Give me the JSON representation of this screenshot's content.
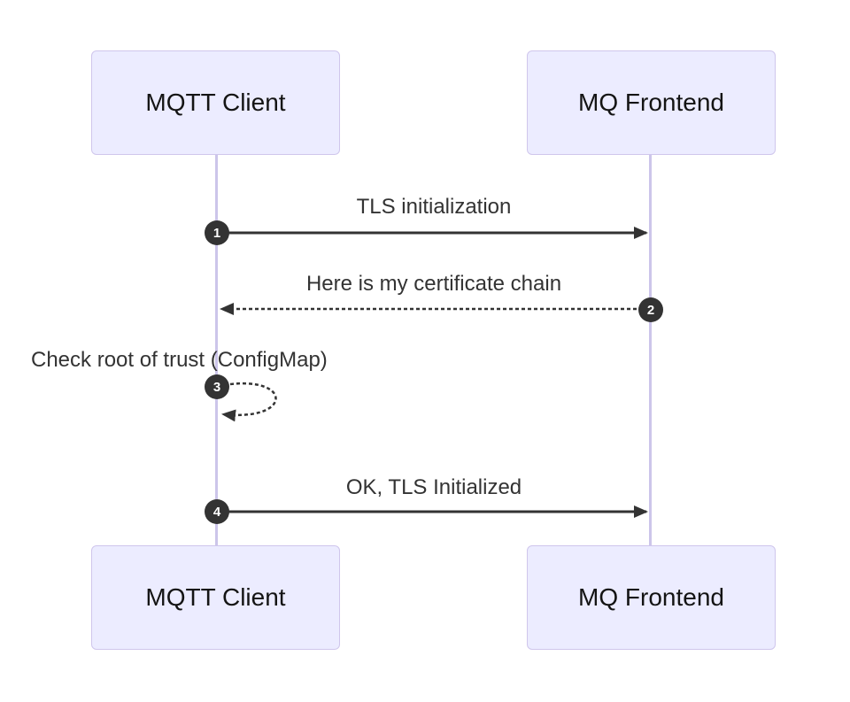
{
  "diagram": {
    "type": "sequence-diagram",
    "actors": [
      {
        "id": "mqtt-client",
        "label": "MQTT Client"
      },
      {
        "id": "mq-frontend",
        "label": "MQ Frontend"
      }
    ],
    "messages": [
      {
        "seq": "1",
        "text": "TLS initialization",
        "from": "MQTT Client",
        "to": "MQ Frontend",
        "line_style": "solid",
        "direction": "right"
      },
      {
        "seq": "2",
        "text": "Here is my certificate chain",
        "from": "MQ Frontend",
        "to": "MQTT Client",
        "line_style": "dashed",
        "direction": "left"
      },
      {
        "seq": "3",
        "text": "Check root of trust (ConfigMap)",
        "from": "MQTT Client",
        "to": "MQTT Client",
        "line_style": "dashed",
        "direction": "self"
      },
      {
        "seq": "4",
        "text": "OK, TLS Initialized",
        "from": "MQTT Client",
        "to": "MQ Frontend",
        "line_style": "solid",
        "direction": "right"
      }
    ],
    "colors": {
      "background": "#FFFFFF",
      "actor_fill": "#ECECFF",
      "actor_border": "#CFC6EC",
      "lifeline": "#CCC5EA",
      "message_line": "#333333",
      "message_text": "#333333",
      "badge_fill": "#333333",
      "badge_text": "#FFFFFF"
    }
  }
}
